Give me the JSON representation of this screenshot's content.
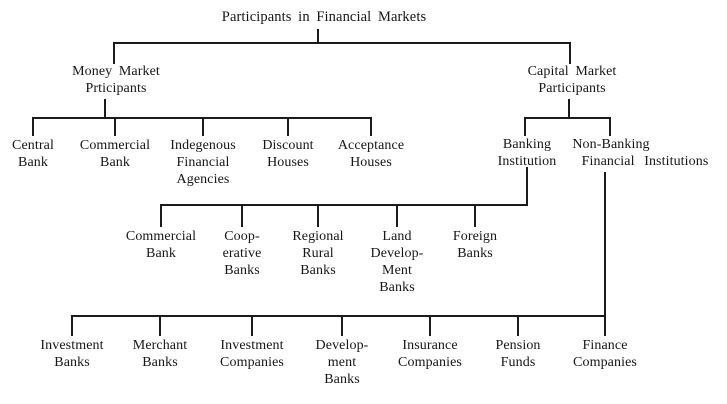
{
  "root_label": "Participants in Financial Markets",
  "money_market": {
    "label": "Money Market\nPrticipants",
    "children": [
      "Central\nBank",
      "Commercial\nBank",
      "Indegenous\nFinancial\nAgencies",
      "Discount\nHouses",
      "Acceptance\nHouses"
    ]
  },
  "capital_market": {
    "label": "Capital Market\nParticipants",
    "banking": {
      "label": "Banking\nInstitution",
      "children": [
        "Commercial\nBank",
        "Coop-\nerative\nBanks",
        "Regional\nRural\nBanks",
        "Land\nDevelop-\nMent\nBanks",
        "Foreign\nBanks"
      ]
    },
    "non_banking": {
      "label_line1": "Non-Banking",
      "label_line2": "Financial Institutions",
      "children": [
        "Investment\nBanks",
        "Merchant\nBanks",
        "Investment\nCompanies",
        "Develop-\nment\nBanks",
        "Insurance\nCompanies",
        "Pension\nFunds",
        "Finance\nCompanies"
      ]
    }
  }
}
